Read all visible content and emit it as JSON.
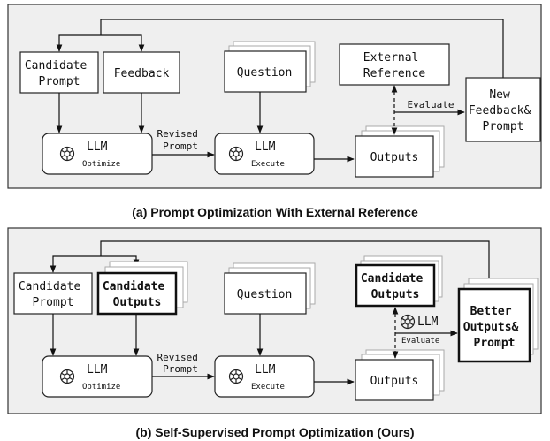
{
  "panel_a": {
    "caption": "(a) Prompt Optimization With External Reference",
    "candidate_prompt": [
      "Candidate",
      "Prompt"
    ],
    "feedback": "Feedback",
    "question": "Question",
    "external_reference": [
      "External",
      "Reference"
    ],
    "new_feedback_prompt": [
      "New",
      "Feedback&",
      "Prompt"
    ],
    "llm_optimize": {
      "main": "LLM",
      "sub": "Optimize"
    },
    "llm_execute": {
      "main": "LLM",
      "sub": "Execute"
    },
    "revised_prompt": [
      "Revised",
      "Prompt"
    ],
    "outputs": "Outputs",
    "evaluate": "Evaluate"
  },
  "panel_b": {
    "caption": "(b) Self-Supervised Prompt Optimization (Ours)",
    "candidate_prompt": [
      "Candidate",
      "Prompt"
    ],
    "candidate_outputs_left": [
      "Candidate",
      "Outputs"
    ],
    "question": "Question",
    "candidate_outputs_right": [
      "Candidate",
      "Outputs"
    ],
    "better_outputs_prompt": [
      "Better",
      "Outputs&",
      "Prompt"
    ],
    "llm_optimize": {
      "main": "LLM",
      "sub": "Optimize"
    },
    "llm_execute": {
      "main": "LLM",
      "sub": "Execute"
    },
    "revised_prompt": [
      "Revised",
      "Prompt"
    ],
    "outputs": "Outputs",
    "llm_evaluate": {
      "main": "LLM",
      "sub": "Evaluate"
    }
  }
}
